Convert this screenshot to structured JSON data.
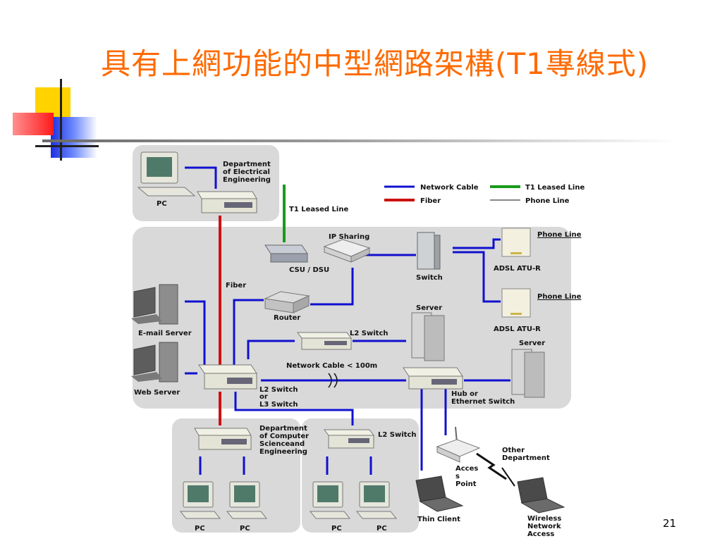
{
  "slide": {
    "title": "具有上網功能的中型網路架構(T1專線式)",
    "page_number": "21"
  },
  "legend": {
    "network_cable": "Network Cable",
    "t1_leased_line": "T1 Leased Line",
    "fiber": "Fiber",
    "phone_line": "Phone Line"
  },
  "labels": {
    "dept_ee_1": "Department",
    "dept_ee_2": "of Electrical",
    "dept_ee_3": "Engineering",
    "pc_top": "PC",
    "t1_leased_line": "T1 Leased Line",
    "ip_sharing": "IP Sharing",
    "csu_dsu": "CSU / DSU",
    "switch": "Switch",
    "phone_line_1": "Phone Line",
    "phone_line_2": "Phone Line",
    "adsl_1": "ADSL ATU-R",
    "adsl_2": "ADSL ATU-R",
    "fiber": "Fiber",
    "router": "Router",
    "server_1": "Server",
    "server_2": "Server",
    "email_server": "E-mail Server",
    "l2_switch_mid": "L2 Switch",
    "network_cable_100m": "Network Cable < 100m",
    "web_server": "Web Server",
    "core_1": "L2 Switch",
    "core_2": "or",
    "core_3": "L3 Switch",
    "hub_1": "Hub or",
    "hub_2": "Ethernet Switch",
    "dept_cs_1": "Department",
    "dept_cs_2": "of Computer",
    "dept_cs_3": "Scienceand",
    "dept_cs_4": "Engineering",
    "l2_switch_bottom": "L2 Switch",
    "pc_b1": "PC",
    "pc_b2": "PC",
    "pc_b3": "PC",
    "pc_b4": "PC",
    "ap_1": "Acces",
    "ap_2": "s",
    "ap_3": "Point",
    "other_1": "Other",
    "other_2": "Department",
    "thin_client": "Thin Client",
    "wireless_1": "Wireless",
    "wireless_2": "Network",
    "wireless_3": "Access"
  },
  "colors": {
    "title": "#ff6a00",
    "network_cable": "#1010d0",
    "t1_leased_line": "#1a9a1a",
    "fiber": "#cc1111",
    "phone_line": "#111111",
    "zone_bg": "#d9d9d9"
  }
}
